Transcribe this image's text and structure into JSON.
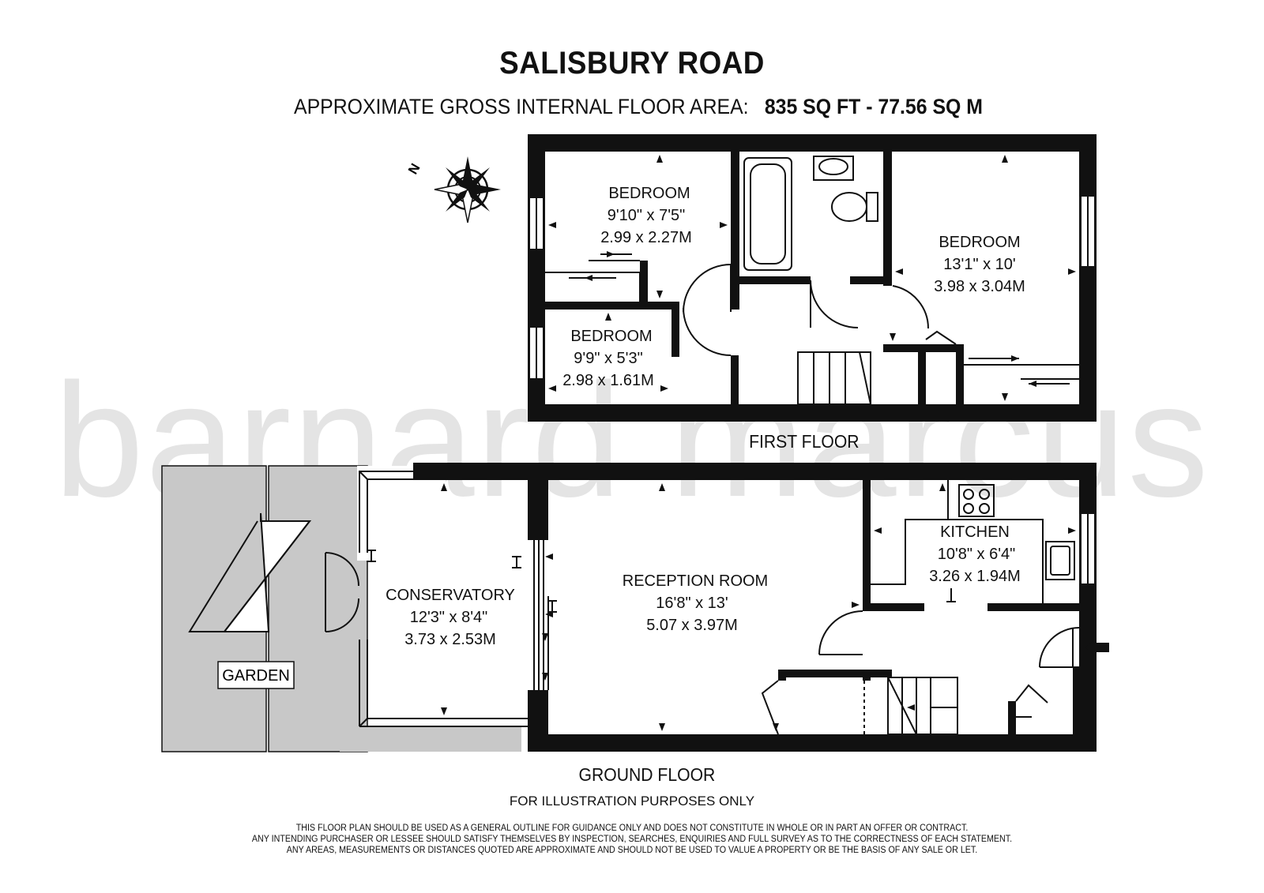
{
  "header": {
    "title": "SALISBURY ROAD",
    "subtitle_prefix": "APPROXIMATE GROSS INTERNAL FLOOR AREA:",
    "area": "835 SQ FT  - 77.56 SQ M"
  },
  "watermark": "barnard marcus",
  "compass": {
    "north_label": "N"
  },
  "first_floor": {
    "label": "FIRST FLOOR",
    "rooms": [
      {
        "name": "BEDROOM",
        "imperial": "9'10\" x 7'5\"",
        "metric": "2.99 x 2.27M"
      },
      {
        "name": "BEDROOM",
        "imperial": "9'9\" x 5'3\"",
        "metric": "2.98 x 1.61M"
      },
      {
        "name": "BEDROOM",
        "imperial": "13'1\" x 10'",
        "metric": "3.98 x 3.04M"
      }
    ]
  },
  "ground_floor": {
    "label": "GROUND FLOOR",
    "rooms": [
      {
        "name": "CONSERVATORY",
        "imperial": "12'3\" x 8'4\"",
        "metric": "3.73 x 2.53M"
      },
      {
        "name": "RECEPTION ROOM",
        "imperial": "16'8\" x 13'",
        "metric": "5.07 x 3.97M"
      },
      {
        "name": "KITCHEN",
        "imperial": "10'8\" x 6'4\"",
        "metric": "3.26 x 1.94M"
      }
    ],
    "garden_label": "GARDEN"
  },
  "footer": {
    "illustration_note": "FOR ILLUSTRATION PURPOSES ONLY",
    "disclaimer": [
      "THIS FLOOR PLAN SHOULD BE USED AS A GENERAL OUTLINE FOR GUIDANCE ONLY AND DOES NOT CONSTITUTE IN WHOLE OR IN PART AN OFFER OR CONTRACT.",
      "ANY INTENDING PURCHASER OR LESSEE SHOULD SATISFY THEMSELVES BY INSPECTION, SEARCHES, ENQUIRIES AND FULL SURVEY AS TO THE CORRECTNESS OF EACH STATEMENT.",
      "ANY AREAS, MEASUREMENTS OR DISTANCES QUOTED ARE APPROXIMATE AND SHOULD NOT BE USED TO VALUE A PROPERTY OR BE THE BASIS OF ANY SALE OR LET."
    ]
  },
  "colors": {
    "wall": "#111111",
    "garden": "#c8c8c8",
    "watermark": "#e4e4e4",
    "background": "#ffffff"
  }
}
